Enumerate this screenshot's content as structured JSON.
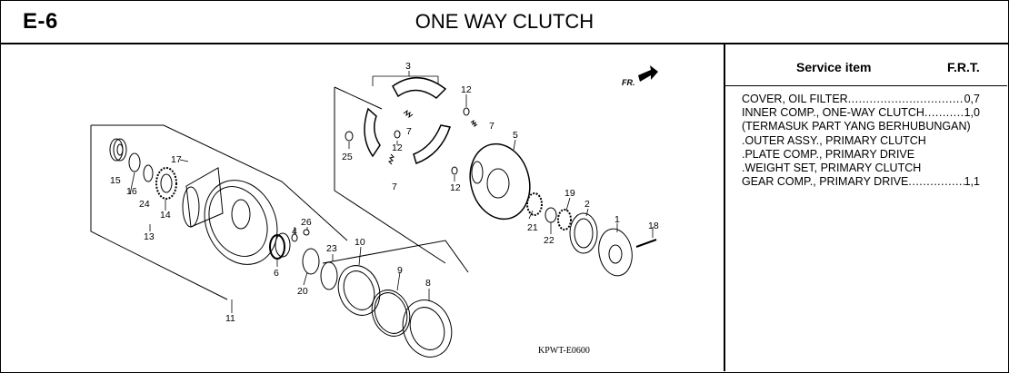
{
  "header": {
    "code": "E-6",
    "title": "ONE WAY CLUTCH"
  },
  "service": {
    "heading": "Service item",
    "frt_heading": "F.R.T.",
    "items": [
      {
        "label": "COVER, OIL FILTER",
        "value": "0,7"
      },
      {
        "label": "INNER COMP., ONE-WAY CLUTCH",
        "value": "1,0"
      },
      {
        "label": "(TERMASUK PART YANG BERHUBUNGAN)"
      },
      {
        "label": ".OUTER ASSY., PRIMARY CLUTCH"
      },
      {
        "label": ".PLATE COMP., PRIMARY DRIVE"
      },
      {
        "label": ".WEIGHT SET, PRIMARY CLUTCH"
      },
      {
        "label": "GEAR COMP., PRIMARY DRIVE",
        "value": "1,1"
      }
    ]
  },
  "diagram": {
    "direction_label": "FR.",
    "reference_code": "KPWT-E0600",
    "callouts": {
      "c1": "1",
      "c2": "2",
      "c3": "3",
      "c4": "4",
      "c5": "5",
      "c6": "6",
      "c7a": "7",
      "c7b": "7",
      "c7c": "7",
      "c8": "8",
      "c9": "9",
      "c10": "10",
      "c11": "11",
      "c12a": "12",
      "c12b": "12",
      "c12c": "12",
      "c13": "13",
      "c14": "14",
      "c15": "15",
      "c16": "16",
      "c17": "17",
      "c18": "18",
      "c19": "19",
      "c20": "20",
      "c21": "21",
      "c22": "22",
      "c23": "23",
      "c24": "24",
      "c25": "25",
      "c26": "26"
    }
  }
}
